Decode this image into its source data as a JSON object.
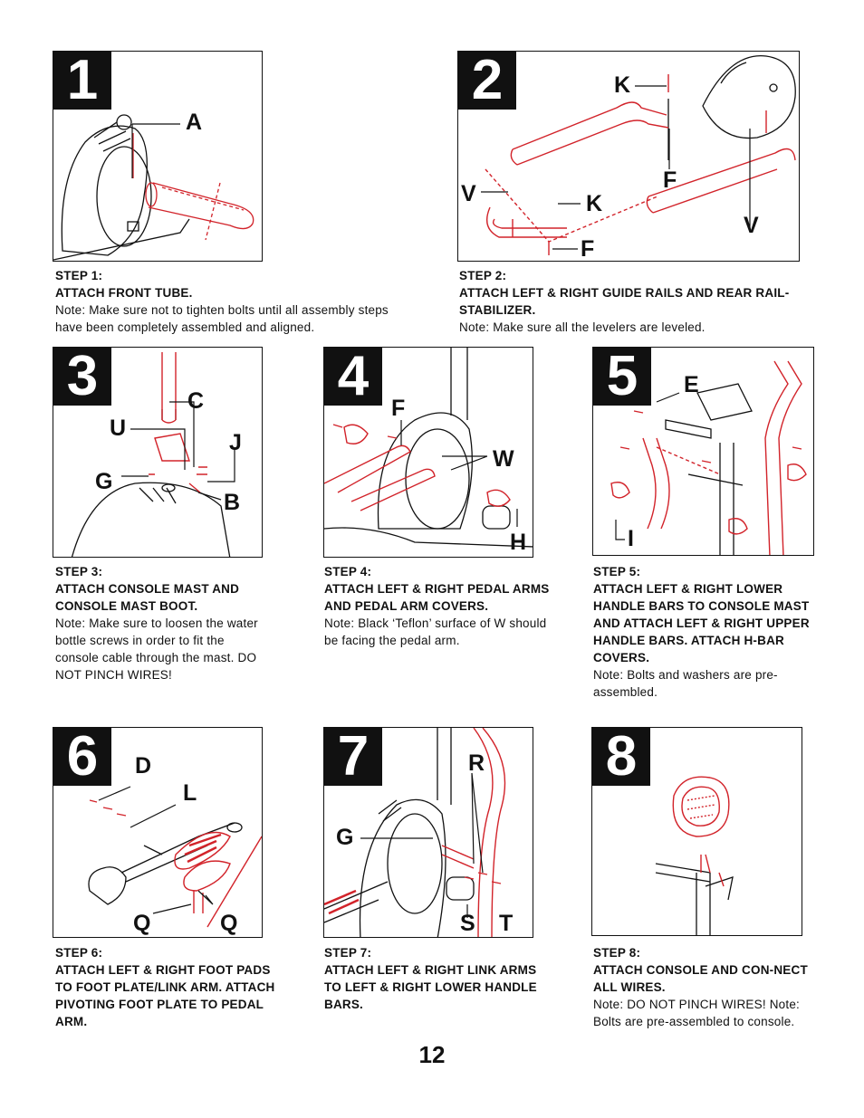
{
  "page_number": "12",
  "colors": {
    "ink": "#111111",
    "part_red": "#d2232a"
  },
  "steps": [
    {
      "number": "1",
      "heading": "STEP 1:",
      "title": "ATTACH FRONT TUBE.",
      "note": "Note: Make sure not to tighten bolts until all assembly steps have been completely assembled and aligned.",
      "labels": [
        "A"
      ]
    },
    {
      "number": "2",
      "heading": "STEP 2:",
      "title": "ATTACH LEFT & RIGHT GUIDE RAILS AND REAR RAIL-STABILIZER.",
      "note": "Note: Make sure all the levelers are leveled.",
      "labels": [
        "K",
        "F",
        "V",
        "K",
        "V",
        "F"
      ]
    },
    {
      "number": "3",
      "heading": "STEP 3:",
      "title": "ATTACH CONSOLE MAST AND CONSOLE MAST BOOT.",
      "note": "Note: Make sure to loosen the water bottle screws in order to fit the console cable through the mast. DO NOT PINCH WIRES!",
      "labels": [
        "C",
        "U",
        "J",
        "G",
        "B"
      ]
    },
    {
      "number": "4",
      "heading": "STEP 4:",
      "title": "ATTACH LEFT & RIGHT PEDAL ARMS AND PEDAL ARM COVERS.",
      "note": "Note: Black ‘Teflon’ surface of W should be facing the pedal arm.",
      "labels": [
        "F",
        "W",
        "H"
      ]
    },
    {
      "number": "5",
      "heading": "STEP 5:",
      "title": "ATTACH LEFT & RIGHT LOWER HANDLE BARS TO CONSOLE MAST AND ATTACH LEFT & RIGHT UPPER HANDLE BARS. ATTACH H-BAR COVERS.",
      "note": "Note: Bolts and washers are pre-assembled.",
      "labels": [
        "E",
        "I"
      ]
    },
    {
      "number": "6",
      "heading": "STEP 6:",
      "title": "ATTACH LEFT & RIGHT FOOT PADS TO FOOT PLATE/LINK ARM. ATTACH PIVOTING FOOT PLATE TO PEDAL ARM.",
      "note": "",
      "labels": [
        "D",
        "L",
        "Q",
        "Q"
      ]
    },
    {
      "number": "7",
      "heading": "STEP 7:",
      "title": "ATTACH LEFT & RIGHT LINK ARMS TO LEFT & RIGHT LOWER HANDLE BARS.",
      "note": "",
      "labels": [
        "R",
        "G",
        "S",
        "T"
      ]
    },
    {
      "number": "8",
      "heading": "STEP 8:",
      "title": "ATTACH CONSOLE AND CON-NECT ALL WIRES.",
      "note": "Note: DO NOT PINCH WIRES! Note: Bolts are pre-assembled to console.",
      "labels": []
    }
  ]
}
